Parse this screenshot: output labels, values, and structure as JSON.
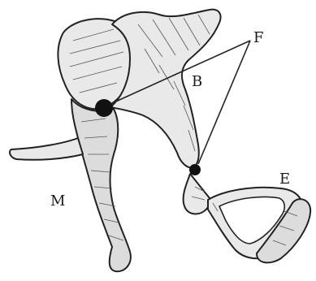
{
  "labels": {
    "F": "F",
    "B": "B",
    "M": "M",
    "E": "E"
  },
  "colors": {
    "ink": "#1a1a1a",
    "bone": "#e9e9e9",
    "joint": "#111111"
  }
}
